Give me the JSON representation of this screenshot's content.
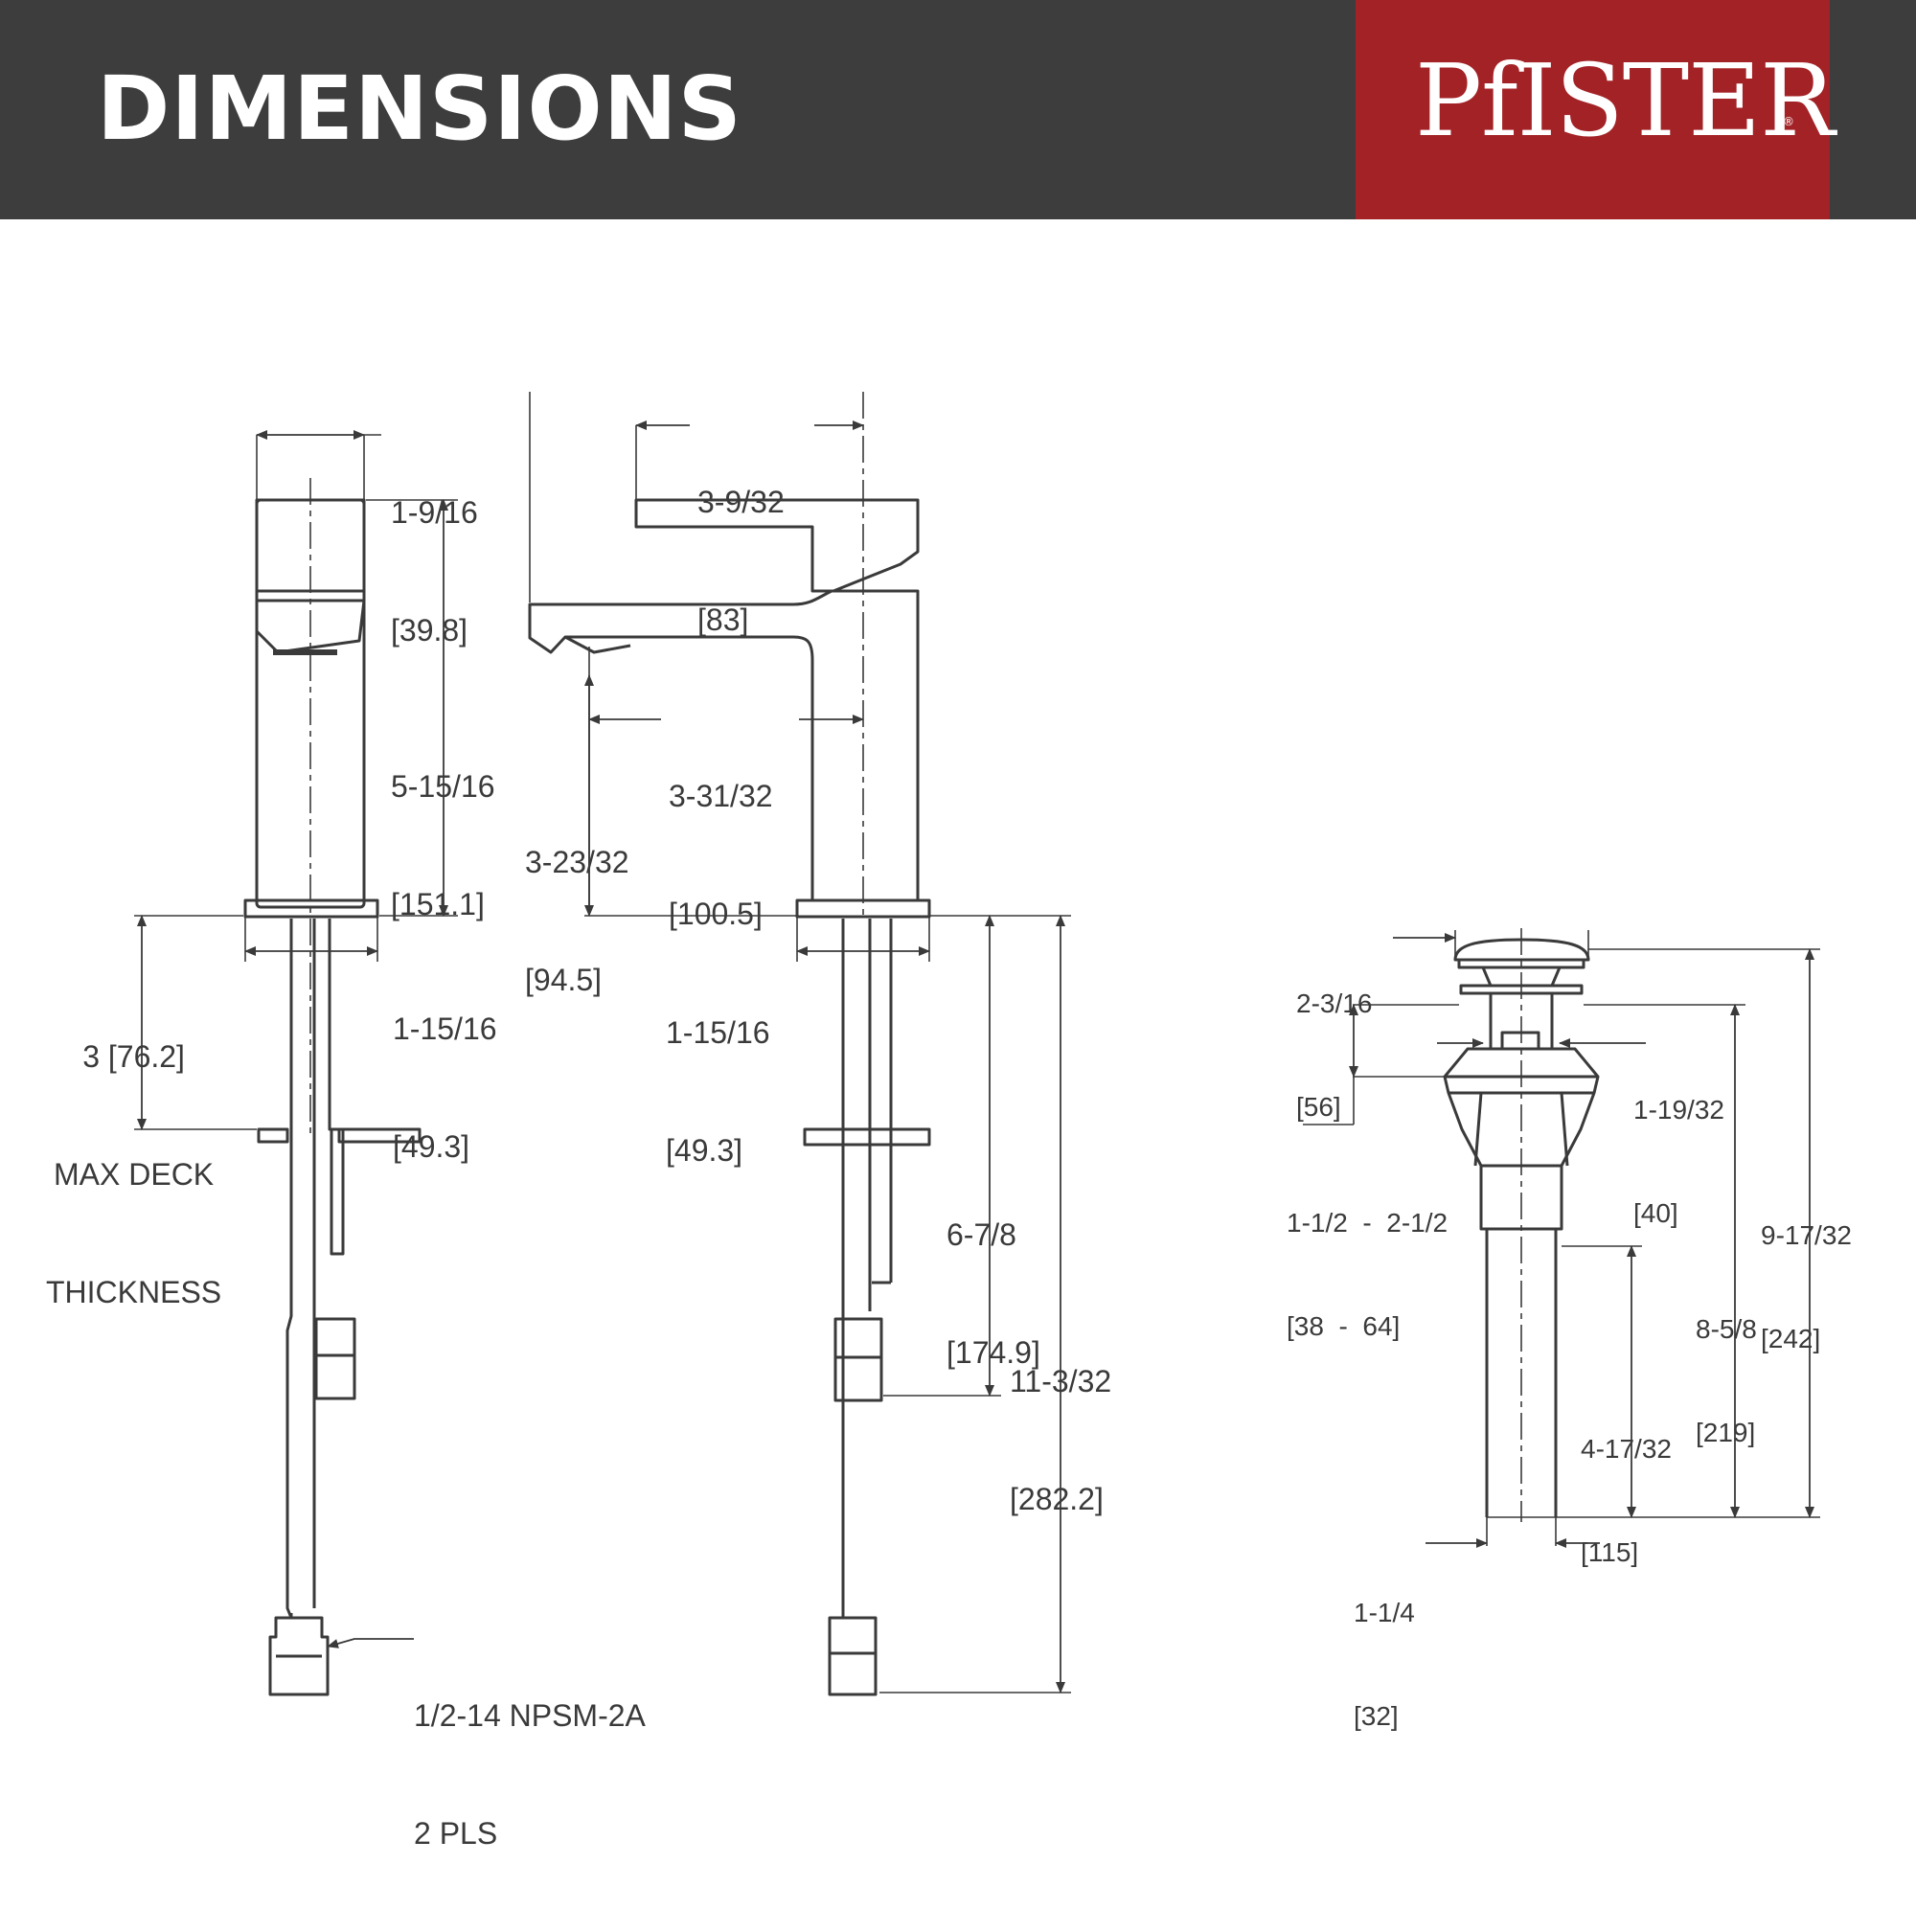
{
  "header": {
    "title": "DIMENSIONS",
    "brand": "PfISTER",
    "brand_mark": "®",
    "background_color": "#3d3d3d",
    "brand_color": "#a32226"
  },
  "faucet_side": {
    "top_width": {
      "fraction": "1-9/16",
      "metric": "[39.8]"
    },
    "body_height": {
      "fraction": "5-15/16",
      "metric": "[151.1]"
    },
    "base_width": {
      "fraction": "1-15/16",
      "metric": "[49.3]"
    },
    "deck": {
      "line1": "3 [76.2]",
      "line2": "MAX DECK",
      "line3": "THICKNESS"
    },
    "thread": {
      "line1": "1/2-14 NPSM-2A",
      "line2": "2 PLS"
    }
  },
  "faucet_front": {
    "handle_reach": {
      "fraction": "3-9/32",
      "metric": "[83]"
    },
    "spout_reach": {
      "fraction": "3-31/32",
      "metric": "[100.5]"
    },
    "spout_height": {
      "fraction": "3-23/32",
      "metric": "[94.5]"
    },
    "base_width": {
      "fraction": "1-15/16",
      "metric": "[49.3]"
    },
    "shank_length": {
      "fraction": "6-7/8",
      "metric": "[174.9]"
    },
    "total_length": {
      "fraction": "11-3/32",
      "metric": "[282.2]"
    }
  },
  "drain": {
    "cap_width": {
      "fraction": "2-3/16",
      "metric": "[56]"
    },
    "flange_width": {
      "fraction": "1-19/32",
      "metric": "[40]"
    },
    "sink_range": {
      "fraction": "1-1/2  -  2-1/2",
      "metric": "[38  -  64]"
    },
    "total_height": {
      "fraction": "9-17/32",
      "metric": "[242]"
    },
    "body_height": {
      "fraction": "8-5/8",
      "metric": "[219]"
    },
    "tail_length": {
      "fraction": "4-17/32",
      "metric": "[115]"
    },
    "tail_diameter": {
      "fraction": "1-1/4",
      "metric": "[32]"
    }
  }
}
